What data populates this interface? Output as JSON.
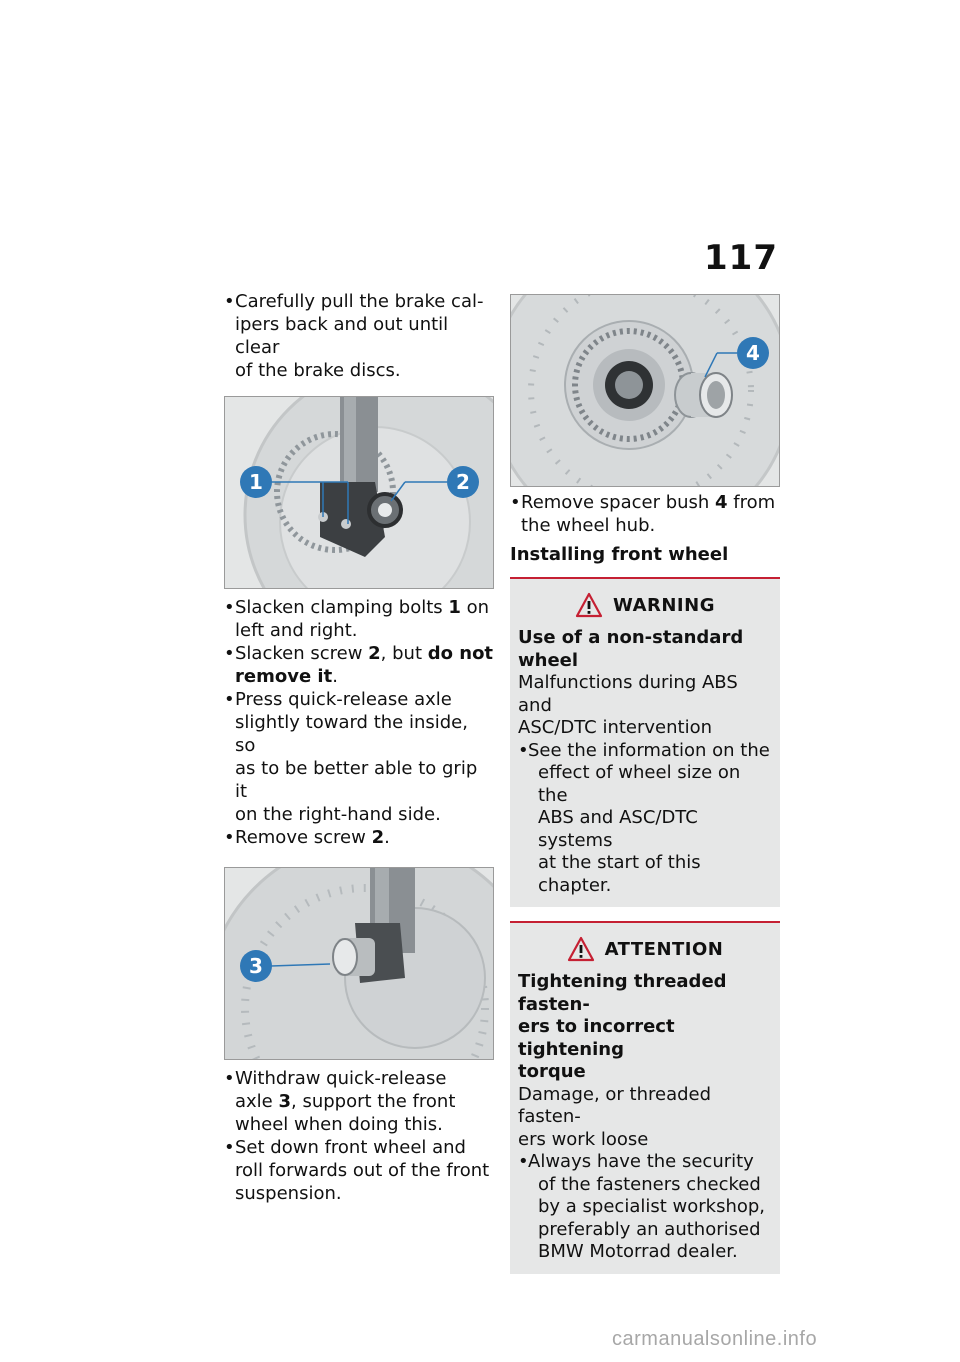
{
  "page_number": "117",
  "left": {
    "step1_lines": [
      "Carefully pull the brake cal-",
      "ipers back and out until clear",
      "of the brake discs."
    ],
    "figure1_callouts": [
      "1",
      "2"
    ],
    "step2_pre": "Slacken clamping bolts ",
    "step2_num": "1",
    "step2_post": " on",
    "step2_line2": "left and right.",
    "step3_pre": "Slacken screw ",
    "step3_num": "2",
    "step3_mid": ", but ",
    "step3_bold1": "do not",
    "step3_bold2": "remove it",
    "step3_end": ".",
    "step4_lines": [
      "Press quick-release axle",
      "slightly toward the inside, so",
      "as to be better able to grip it",
      "on the right-hand side."
    ],
    "step5_pre": "Remove screw ",
    "step5_num": "2",
    "step5_end": ".",
    "figure2_callouts": [
      "3"
    ],
    "step6_line1": "Withdraw quick-release",
    "step6_pre": "axle ",
    "step6_num": "3",
    "step6_post": ", support the front",
    "step6_line3": "wheel when doing this.",
    "step7_lines": [
      "Set down front wheel and",
      "roll forwards out of the front",
      "suspension."
    ]
  },
  "right": {
    "figure3_callouts": [
      "4"
    ],
    "step8_pre": "Remove spacer bush ",
    "step8_num": "4",
    "step8_post": " from",
    "step8_line2": "the wheel hub.",
    "section_heading": "Installing front wheel",
    "warning": {
      "title": "WARNING",
      "hazard": "Use of a non-standard wheel",
      "consequence_lines": [
        "Malfunctions during ABS and",
        "ASC/DTC intervention"
      ],
      "action_lines": [
        "See the information on the",
        "effect of wheel size on the",
        "ABS and ASC/DTC systems",
        "at the start of this chapter."
      ]
    },
    "attention": {
      "title": "ATTENTION",
      "hazard_lines": [
        "Tightening threaded fasten-",
        "ers to incorrect tightening",
        "torque"
      ],
      "consequence_lines": [
        "Damage, or threaded fasten-",
        "ers work loose"
      ],
      "action_lines": [
        "Always have the security",
        "of the fasteners checked",
        "by a specialist workshop,",
        "preferably an authorised",
        "BMW Motorrad dealer."
      ]
    }
  },
  "watermark": "carmanualsonline.info",
  "colors": {
    "callout_blue": "#2f78b6",
    "rule_red": "#c52033",
    "notice_bg": "#e6e7e7"
  }
}
